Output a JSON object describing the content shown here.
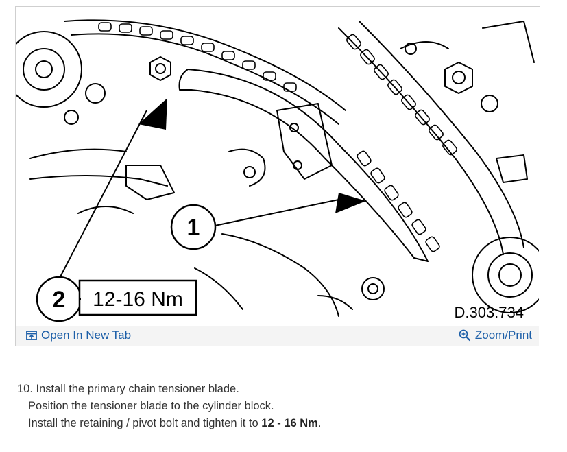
{
  "figure": {
    "callout_1": "1",
    "callout_2": "2",
    "torque_label": "12-16 Nm",
    "reference_code": "D.303.734",
    "open_tab_label": "Open In New Tab",
    "zoom_label": "Zoom/Print",
    "link_color": "#1d5fa8"
  },
  "steps": {
    "step_number": "10.",
    "line1": "Install the primary chain tensioner blade.",
    "line2": "Position the tensioner blade to the cylinder block.",
    "line3_prefix": "Install the retaining / pivot bolt and tighten it to ",
    "line3_bold": "12 - 16 Nm",
    "line3_suffix": "."
  }
}
